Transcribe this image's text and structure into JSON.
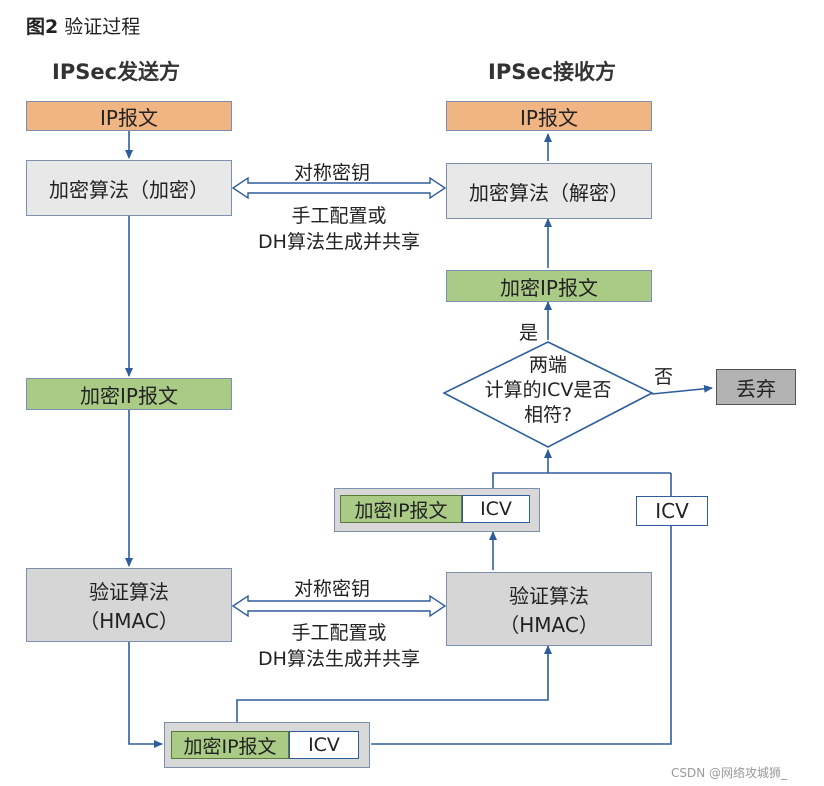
{
  "figure": {
    "title_bold": "图2",
    "title_rest": "验证过程"
  },
  "sender": {
    "heading": "IPSec发送方"
  },
  "receiver": {
    "heading": "IPSec接收方"
  },
  "boxes": {
    "s_ip": "IP报文",
    "s_encrypt": "加密算法（加密）",
    "s_enc_packet": "加密IP报文",
    "s_auth_l1": "验证算法",
    "s_auth_l2": "（HMAC）",
    "r_ip": "IP报文",
    "r_decrypt": "加密算法（解密）",
    "r_enc_packet": "加密IP报文",
    "r_auth_l1": "验证算法",
    "r_auth_l2": "（HMAC）",
    "discard": "丢弃",
    "icv_single": "ICV"
  },
  "packets": {
    "bottom": {
      "left": "加密IP报文",
      "right": "ICV"
    },
    "middle": {
      "left": "加密IP报文",
      "right": "ICV"
    }
  },
  "decision": {
    "line1": "两端",
    "line2": "计算的ICV是否",
    "line3": "相符?",
    "yes": "是",
    "no": "否"
  },
  "key_exchange": {
    "top": {
      "label": "对称密钥",
      "desc1": "手工配置或",
      "desc2": "DH算法生成并共享"
    },
    "bottom": {
      "label": "对称密钥",
      "desc1": "手工配置或",
      "desc2": "DH算法生成并共享"
    }
  },
  "watermark": "CSDN @网络攻城狮_",
  "colors": {
    "ip_box": "#f1b584",
    "encrypted_box": "#aacb86",
    "algo_box": "#e8e8e8",
    "discard_box": "#b3b3b3",
    "arrow": "#2e5d9e"
  }
}
